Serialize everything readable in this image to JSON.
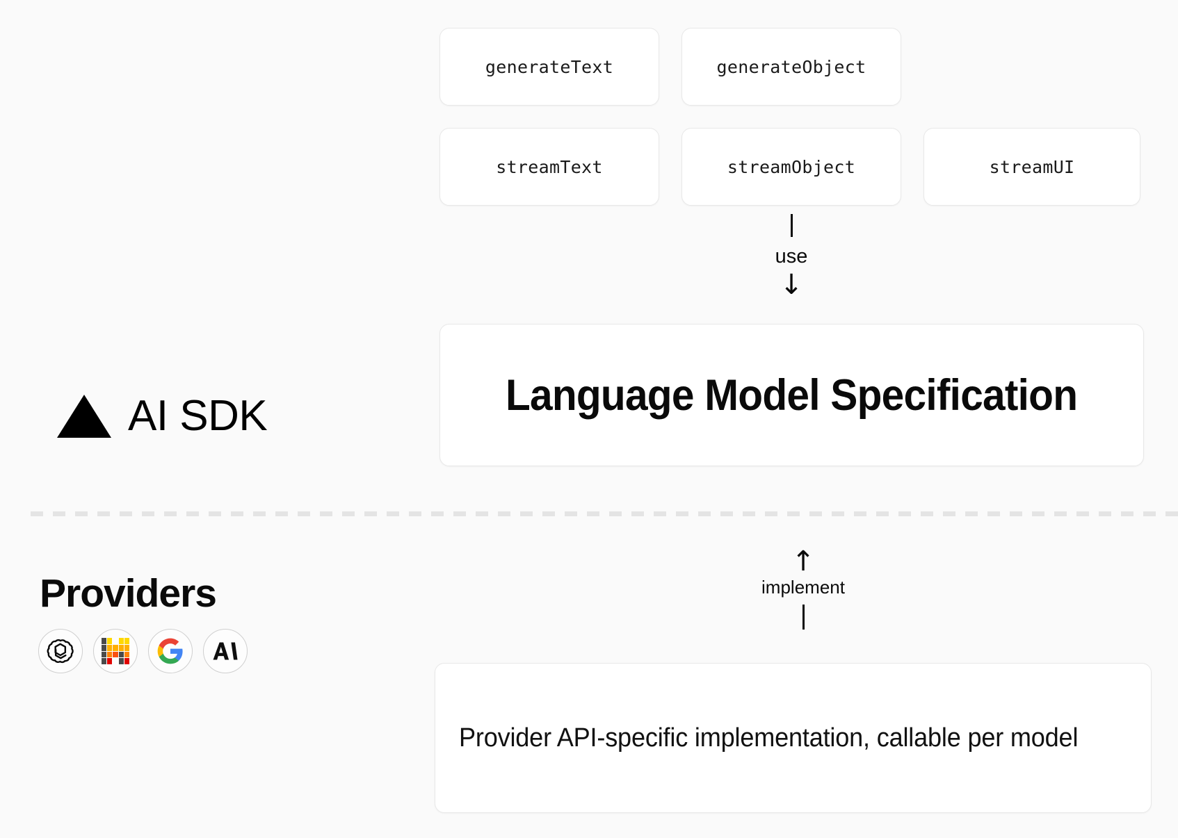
{
  "page": {
    "background_color": "#fafafa",
    "card_background": "#ffffff",
    "card_border_color": "#e8e8e8",
    "divider_color": "#e4e4e4",
    "text_color": "#0a0a0a"
  },
  "sdk_layer": {
    "brand_label": "AI SDK",
    "brand_logo": "vercel-triangle-icon",
    "functions": [
      {
        "id": "generate-text",
        "label": "generateText"
      },
      {
        "id": "generate-object",
        "label": "generateObject"
      },
      {
        "id": "stream-text",
        "label": "streamText"
      },
      {
        "id": "stream-object",
        "label": "streamObject"
      },
      {
        "id": "stream-ui",
        "label": "streamUI"
      }
    ],
    "spec_box": {
      "title": "Language Model Specification"
    },
    "connector_use": {
      "label": "use",
      "arrow": "↓",
      "direction": "down"
    }
  },
  "providers_layer": {
    "title": "Providers",
    "logos": [
      {
        "id": "openai",
        "name": "openai-icon",
        "color": "#0a0a0a"
      },
      {
        "id": "mistral",
        "name": "mistral-icon",
        "color": "#ff7000"
      },
      {
        "id": "google",
        "name": "google-icon",
        "color": "#4285f4"
      },
      {
        "id": "anthropic",
        "name": "anthropic-icon",
        "color": "#0f0f0f",
        "mark": "A\\"
      }
    ],
    "implementation_box": {
      "text": "Provider API-specific implementation, callable per model"
    },
    "connector_implement": {
      "label": "implement",
      "arrow": "↑",
      "direction": "up"
    }
  },
  "google_colors": {
    "red": "#ea4335",
    "yellow": "#fbbc05",
    "green": "#34a853",
    "blue": "#4285f4"
  },
  "mistral_colors": {
    "yellow": "#ffd800",
    "orange_light": "#ffaf00",
    "orange": "#ff8205",
    "orange_deep": "#fa500f",
    "red": "#e10500",
    "dark": "#4a4a4a"
  }
}
